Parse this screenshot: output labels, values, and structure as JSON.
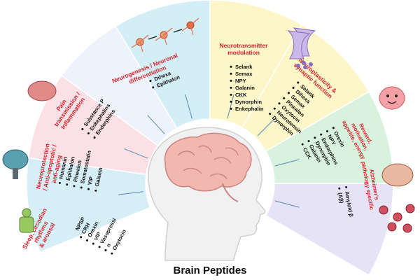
{
  "title": "Brain Peptides",
  "colors": {
    "heading": "#d8232a",
    "text": "#111111",
    "head_skin": "#f0f0f0",
    "brain": "#f2b8b0"
  },
  "sectors": [
    {
      "id": "sleep",
      "color": "#d6eef6",
      "title_lines": [
        "Sleep, circadian",
        "rhythms",
        "& arousal"
      ],
      "items": [
        "CRH",
        "Orexin",
        "VIP",
        "Vasopressi",
        "n",
        "Oxytocin"
      ],
      "partial_label": "NPSP",
      "icon": "sleep-icon"
    },
    {
      "id": "neuroprotection",
      "color": "#fbe0e6",
      "title_lines": [
        "Neuroprotection",
        "/ Anti-apoptotic /",
        "anti-aging"
      ],
      "items": [
        "Humanin",
        "Epithalon",
        "Pinealon",
        "Somatostatin",
        "VIP",
        "Galanin"
      ],
      "icon": "shielded-brain-icon"
    },
    {
      "id": "pain",
      "color": "#eef2fb",
      "title_lines": [
        "Pain",
        "transmission /",
        "Inflammation"
      ],
      "items": [
        "Substance P",
        "Enkephalins",
        "Endorphins"
      ],
      "icon": "inflamed-brain-icon"
    },
    {
      "id": "neurogenesis",
      "color": "#d4eef6",
      "title_lines": [
        "Neurogenesis / Neuronal",
        "differentiation"
      ],
      "items": [
        "Dihexa",
        "Epithalon"
      ],
      "icon": "neuron-differentiation-icon"
    },
    {
      "id": "neurotransmitter",
      "color": "#fcf6c8",
      "title_lines": [
        "Neurotransmitter",
        "modulation"
      ],
      "items": [
        "Selank",
        "Semax",
        "NPY",
        "Galanin",
        "CKK",
        "Dynorphin",
        "Enkephalin"
      ],
      "icon": "synapse-icon"
    },
    {
      "id": "neuroplasticity",
      "color": "#fcf6c8",
      "title_lines": [
        "Neuroplasticity &",
        "synaptic function"
      ],
      "items": [
        "Selank",
        "Dihexa",
        "Semax",
        "Pinealon",
        "Oxytocin",
        "Neurotensin",
        "Dynorphin"
      ],
      "icon": "synapse-icon"
    },
    {
      "id": "reward",
      "color": "#d9f2dd",
      "title_lines": [
        "Reward,",
        "motivation,",
        "appetite, energy"
      ],
      "items": [
        "Orexin",
        "NPY",
        "Endorphins",
        "Dynorphin",
        "Galanin",
        "CCK"
      ],
      "icon": "happy-brain-icon"
    },
    {
      "id": "alzheimers",
      "color": "#e6e3f6",
      "title_lines": [
        "Alzheimer's",
        "pathology specific"
      ],
      "items": [
        "Amyloid β",
        "(Aβ)"
      ],
      "icon": "amyloid-plaque-icon"
    }
  ]
}
